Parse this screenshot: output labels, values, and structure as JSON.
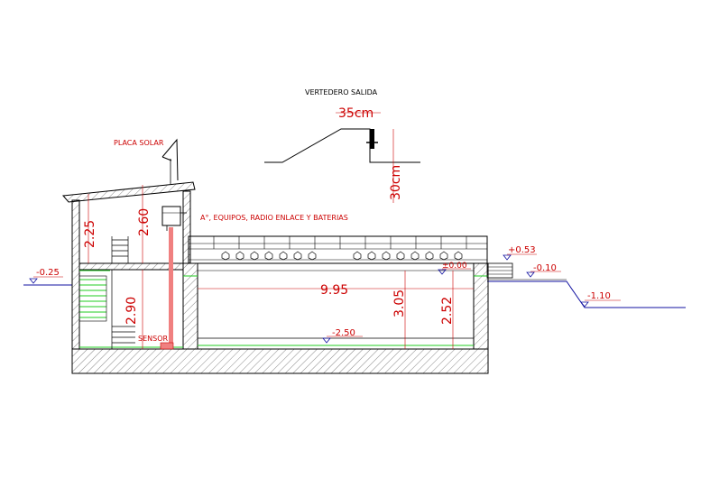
{
  "labels": {
    "vertedero_title": "VERTEDERO SALIDA",
    "vertedero_width": "35cm",
    "vertedero_height": "30cm",
    "placa_solar": "PLACA SOLAR",
    "equipos": "A°, EQUIPOS, RADIO ENLACE Y BATERIAS",
    "sensor": "SENSOR"
  },
  "dimensions": {
    "d_225": "2.25",
    "d_260": "2.60",
    "d_290": "2.90",
    "d_995": "9.95",
    "d_305": "3.05",
    "d_252": "2.52"
  },
  "levels": {
    "l_m025": "-0.25",
    "l_p053": "+0.53",
    "l_000": "±0.00",
    "l_m010": "-0.10",
    "l_m110": "-1.10",
    "l_m250": "-2.50"
  },
  "colors": {
    "line": "#000000",
    "dim": "#cc0000",
    "hatch": "#3a3a00",
    "green": "#22cc22",
    "blue": "#1010a0",
    "pink": "#f08080",
    "gray": "#8a8a8a"
  }
}
